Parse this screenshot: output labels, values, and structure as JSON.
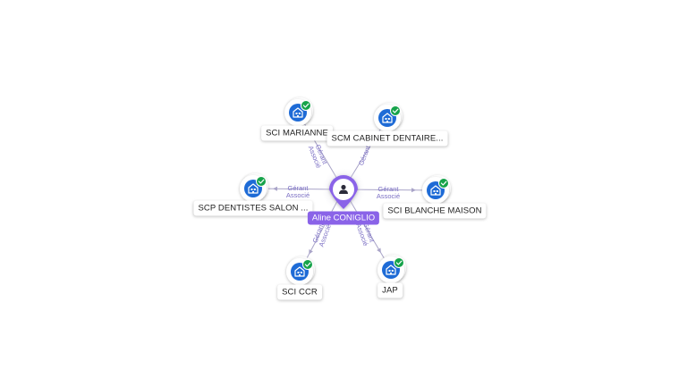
{
  "colors": {
    "company_icon_bg": "#1e6bd6",
    "check_badge": "#16a34a",
    "person_node": "#8a63e8",
    "edge_line": "#a9a4c8",
    "edge_text": "#7b6fc4"
  },
  "person": {
    "name": "Aline CONIGLIO",
    "icon": "user-icon"
  },
  "companies": [
    {
      "id": "sci-marianne",
      "label": "SCI MARIANNE",
      "icon": "building-icon",
      "badge": "check-icon",
      "relation": [
        "Gérant",
        "Associé"
      ]
    },
    {
      "id": "scm-cabinet-dentaire",
      "label": "SCM CABINET DENTAIRE...",
      "icon": "building-icon",
      "badge": "check-icon",
      "relation": [
        "Gérant"
      ]
    },
    {
      "id": "scp-dentistes-salon",
      "label": "SCP DENTISTES SALON ...",
      "icon": "building-icon",
      "badge": "check-icon",
      "relation": [
        "Gérant",
        "Associé"
      ]
    },
    {
      "id": "sci-blanche-maison",
      "label": "SCI BLANCHE MAISON",
      "icon": "building-icon",
      "badge": "check-icon",
      "relation": [
        "Gérant",
        "Associé"
      ]
    },
    {
      "id": "sci-ccr",
      "label": "SCI CCR",
      "icon": "building-icon",
      "badge": "check-icon",
      "relation": [
        "Gérant",
        "Associé"
      ]
    },
    {
      "id": "jap",
      "label": "JAP",
      "icon": "building-icon",
      "badge": "check-icon",
      "relation": [
        "Gérant",
        "Associé"
      ]
    }
  ]
}
